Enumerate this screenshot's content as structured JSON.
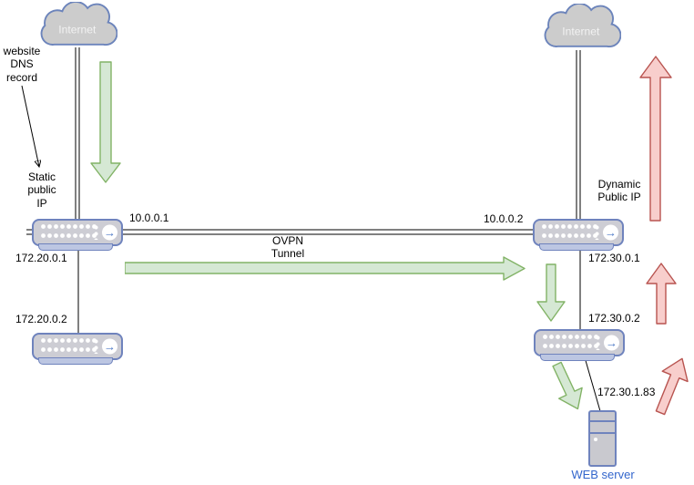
{
  "clouds": {
    "left": "Internet",
    "right": "Internet"
  },
  "labels": {
    "dns_note": "website\nDNS\nrecord",
    "static_public_ip": "Static\npublic\nIP",
    "dynamic_public_ip": "Dynamic\nPublic IP",
    "tunnel": "OVPN\nTunnel",
    "web_server": "WEB server"
  },
  "ips": {
    "left_router_wan": "10.0.0.1",
    "right_router_wan": "10.0.0.2",
    "left_router_lan": "172.20.0.1",
    "left_switch": "172.20.0.2",
    "right_router_lan": "172.30.0.1",
    "right_switch": "172.30.0.2",
    "web_server": "172.30.1.83"
  },
  "colors": {
    "flow_green_fill": "#d5e8d4",
    "flow_green_stroke": "#82b366",
    "flow_red_fill": "#f8cecc",
    "flow_red_stroke": "#b85450",
    "cloud_fill": "#cccccc",
    "cloud_stroke": "#6c84bb",
    "device_fill": "#cdcdd4",
    "device_stroke": "#6f83bd",
    "server_label_color": "#3366cc",
    "line_color": "#000000"
  }
}
